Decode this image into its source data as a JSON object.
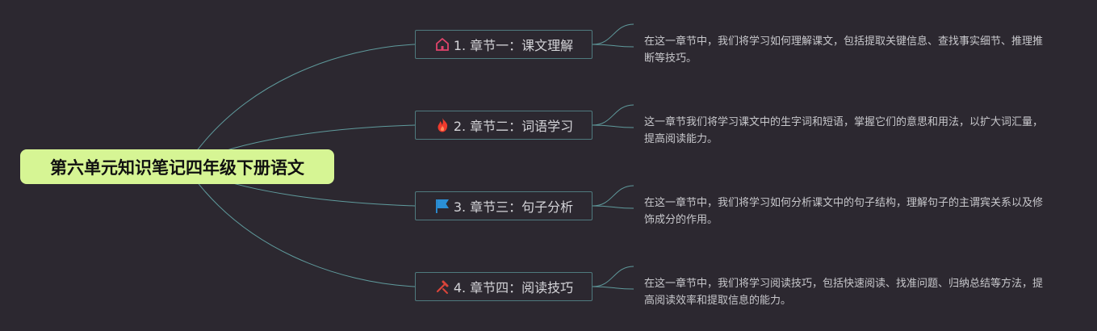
{
  "mindmap": {
    "root": {
      "title": "第六单元知识笔记四年级下册语文"
    },
    "colors": {
      "background": "#2c2830",
      "root_fill": "#d6f594",
      "branch_border": "#4f7a7e",
      "link": "#5f9a9c"
    },
    "chapters": [
      {
        "label": "1. 章节一：课文理解",
        "icon": "home-icon",
        "icon_color": "#e0446b",
        "description": "在这一章节中，我们将学习如何理解课文，包括提取关键信息、查找事实细节、推理推断等技巧。"
      },
      {
        "label": "2. 章节二：词语学习",
        "icon": "fire-icon",
        "icon_color": "#ef3b2d",
        "description": "这一章节我们将学习课文中的生字词和短语，掌握它们的意思和用法，以扩大词汇量，提高阅读能力。"
      },
      {
        "label": "3. 章节三：句子分析",
        "icon": "flag-icon",
        "icon_color": "#2a8fd6",
        "description": "在这一章节中，我们将学习如何分析课文中的句子结构，理解句子的主谓宾关系以及修饰成分的作用。"
      },
      {
        "label": "4. 章节四：阅读技巧",
        "icon": "tools-icon",
        "icon_color": "#d9443a",
        "description": "在这一章节中，我们将学习阅读技巧，包括快速阅读、找准问题、归纳总结等方法，提高阅读效率和提取信息的能力。"
      }
    ]
  }
}
